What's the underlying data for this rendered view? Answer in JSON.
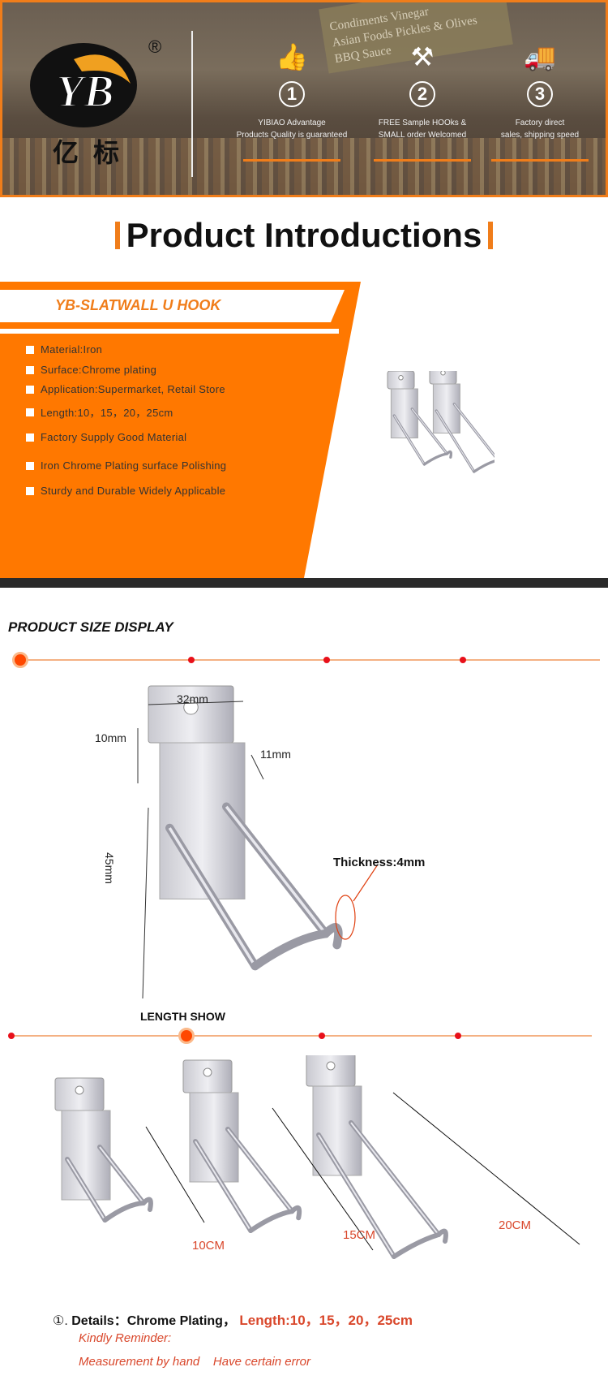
{
  "banner": {
    "brand_logo": "YB",
    "brand_chinese": "亿标",
    "registered": "®",
    "features": [
      {
        "icon": "thumbs-up-icon",
        "number": "1",
        "line1": "YIBIAO Advantage",
        "line2": "Products Quality is guaranteed"
      },
      {
        "icon": "tools-icon",
        "number": "2",
        "line1": "FREE Sample HOOks &",
        "line2": "SMALL order Welcomed"
      },
      {
        "icon": "truck-icon",
        "number": "3",
        "line1": "Factory direct",
        "line2": "sales, shipping speed"
      }
    ],
    "sign_lines": [
      "Condiments  Vinegar",
      "Asian Foods  Pickles & Olives",
      "BBQ Sauce"
    ]
  },
  "intro": {
    "title": "Product Introductions",
    "product_name": "YB-SLATWALL U HOOK",
    "bullets": [
      "Material:Iron",
      "Surface:Chrome plating",
      "Application:Supermarket, Retail Store",
      "Length:10，15，20，25cm",
      "Factory Supply  Good Material",
      "Iron Chrome Plating  surface Polishing",
      "Sturdy and Durable  Widely Applicable"
    ]
  },
  "size": {
    "title": "PRODUCT SIZE DISPLAY",
    "width": "32mm",
    "top": "10mm",
    "depth": "11mm",
    "height": "45mm",
    "thickness": "Thickness:4mm"
  },
  "length": {
    "title": "LENGTH SHOW",
    "labels": [
      "10CM",
      "15CM",
      "20CM"
    ]
  },
  "footer": {
    "marker": "①. ",
    "details_label": "Details：",
    "details_value": "Chrome Plating，",
    "length": "Length:10，15，20，25cm",
    "reminder_title": "Kindly Reminder:",
    "reminder_text": "Measurement by hand    Have certain error"
  },
  "colors": {
    "accent": "#ff7800",
    "dot": "#e8101a",
    "text_red": "#d9472b"
  }
}
